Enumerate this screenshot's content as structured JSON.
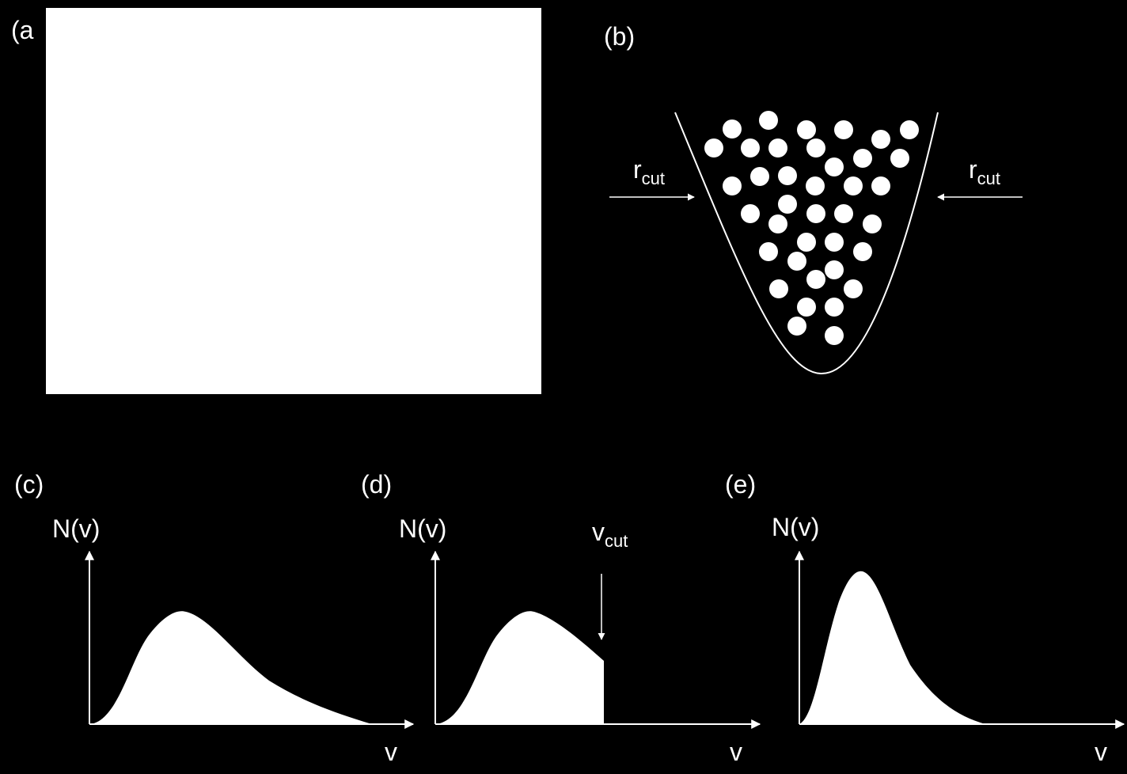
{
  "panels": {
    "a": {
      "label": "(a"
    },
    "b": {
      "label": "(b)",
      "rcut_main": "r",
      "rcut_sub": "cut"
    },
    "c": {
      "label": "(c)",
      "ylabel": "N(v)",
      "xlabel": "v"
    },
    "d": {
      "label": "(d)",
      "ylabel": "N(v)",
      "xlabel": "v",
      "vcut_main": "v",
      "vcut_sub": "cut"
    },
    "e": {
      "label": "(e)",
      "ylabel": "N(v)",
      "xlabel": "v"
    }
  },
  "colors": {
    "background": "#000000",
    "foreground": "#ffffff"
  }
}
